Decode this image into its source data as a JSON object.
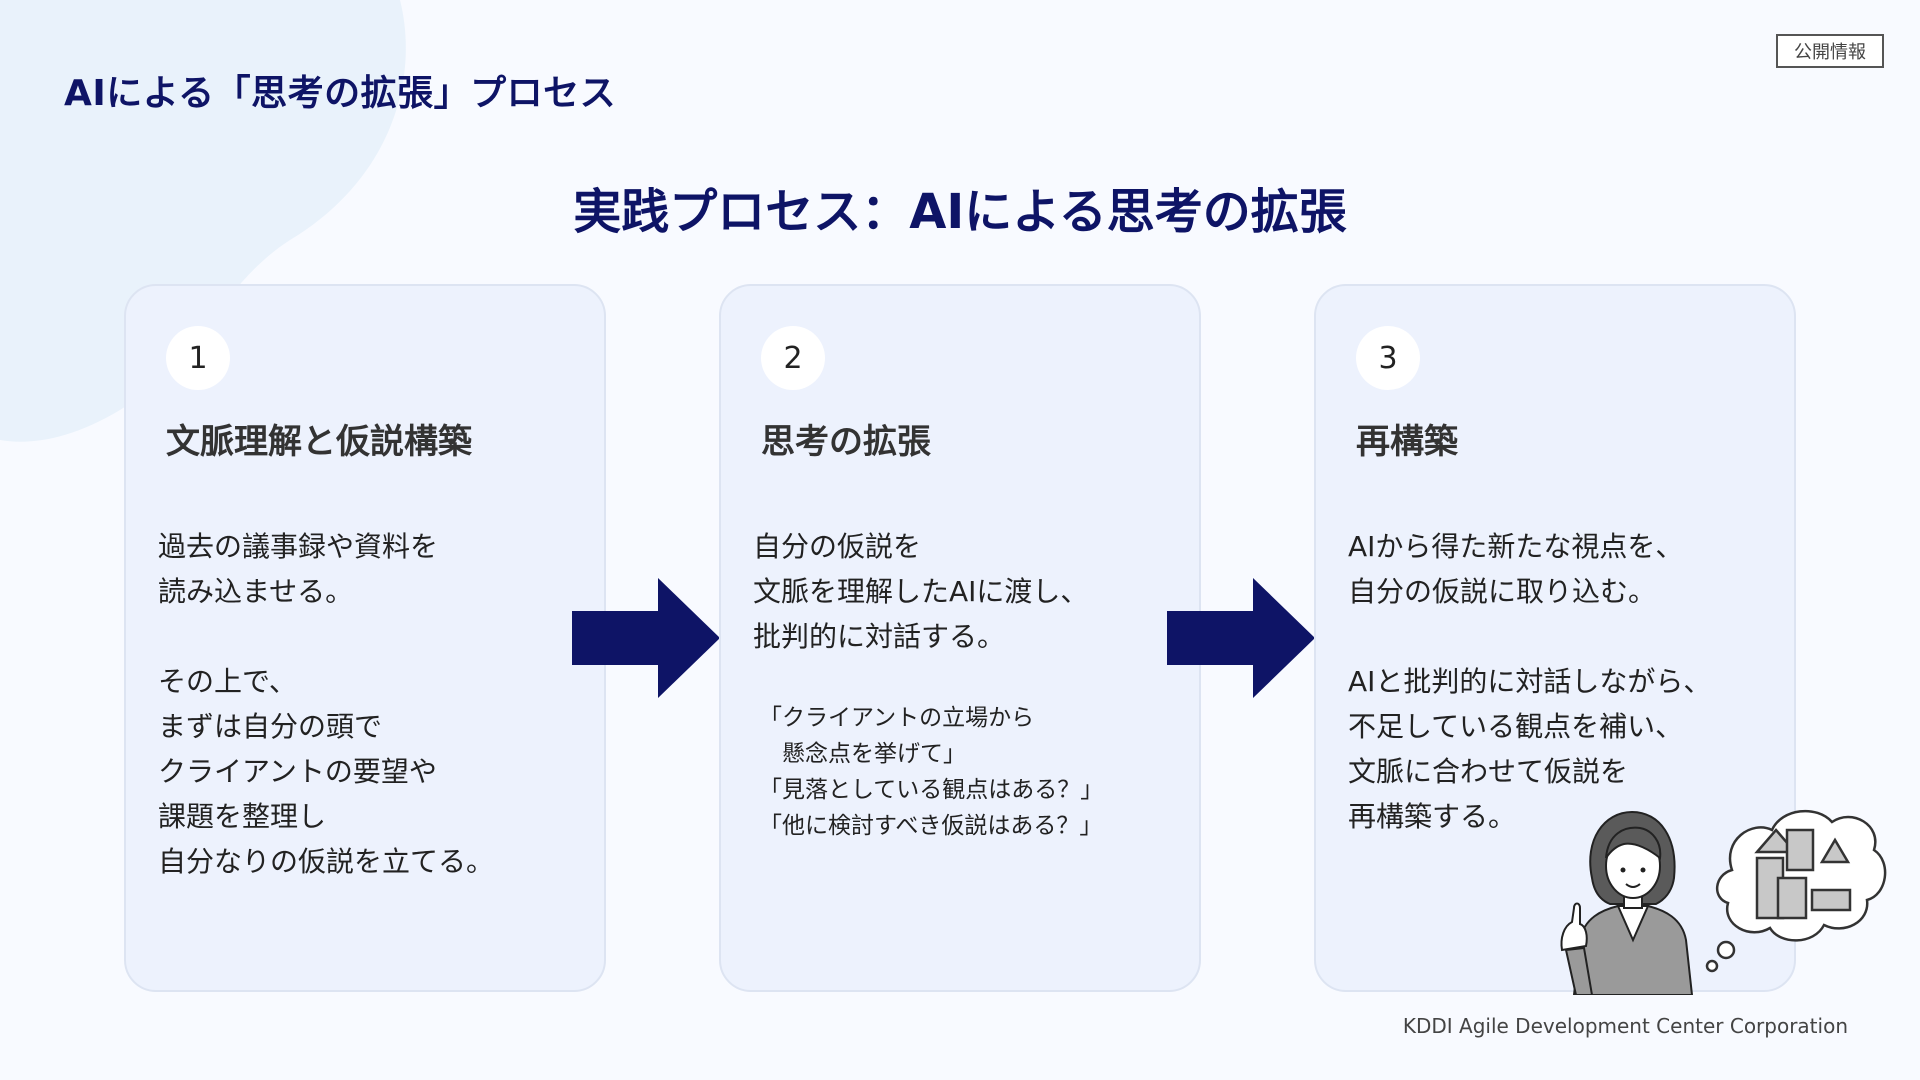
{
  "header": {
    "title": "AIによる「思考の拡張」プロセス",
    "badge": "公開情報"
  },
  "slide": {
    "heading": "実践プロセス：AIによる思考の拡張"
  },
  "cards": [
    {
      "number": "1",
      "title": "文脈理解と仮説構築",
      "body": [
        "過去の議事録や資料を",
        "読み込ませる。",
        "",
        "その上で、",
        "まずは自分の頭で",
        "クライアントの要望や",
        "課題を整理し",
        "自分なりの仮説を立てる。"
      ]
    },
    {
      "number": "2",
      "title": "思考の拡張",
      "body": [
        "自分の仮説を",
        "文脈を理解したAIに渡し、",
        "批判的に対話する。"
      ],
      "prompts": [
        "「クライアントの立場から",
        "　懸念点を挙げて」",
        "「見落としている観点はある？」",
        "「他に検討すべき仮説はある？」"
      ]
    },
    {
      "number": "3",
      "title": "再構築",
      "body": [
        "AIから得た新たな視点を、",
        "自分の仮説に取り込む。",
        "",
        "AIと批判的に対話しながら、",
        "不足している観点を補い、",
        "文脈に合わせて仮説を",
        "再構築する。"
      ]
    }
  ],
  "icons": {
    "arrow": "right-arrow-icon",
    "illustration": "woman-thinking-shapes-illustration"
  },
  "colors": {
    "navy": "#0e1466",
    "card_bg": "#edf2fd",
    "blob": "#e9f2fb"
  },
  "footer": {
    "company": "KDDI Agile Development Center Corporation"
  }
}
